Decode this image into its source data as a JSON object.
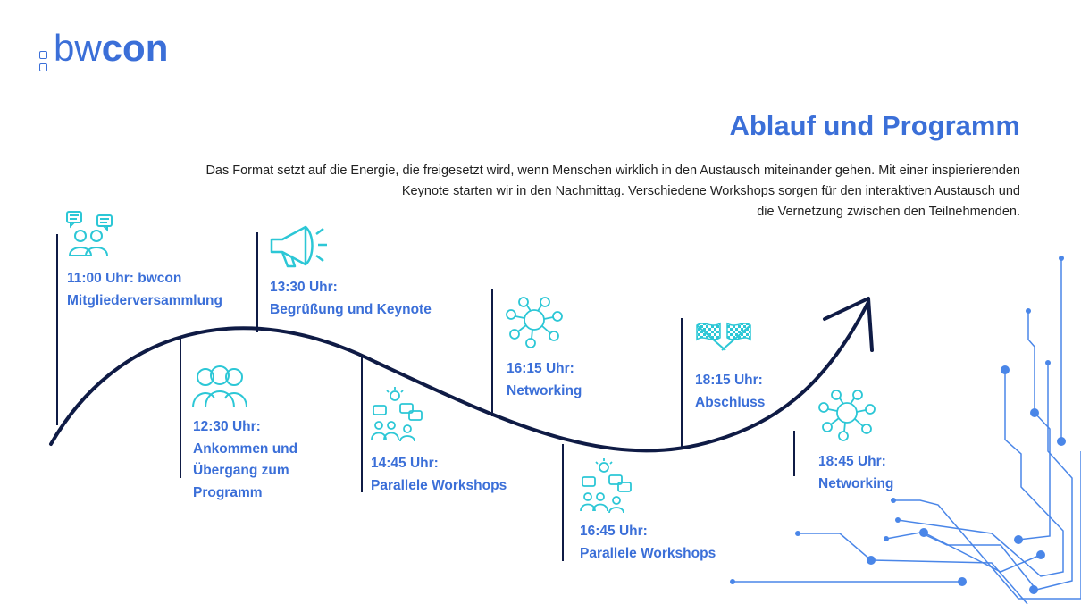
{
  "logo": {
    "part1": "bw",
    "part2": "con"
  },
  "title": "Ablauf und Programm",
  "intro": [
    "Das Format setzt auf die Energie, die freigesetzt wird, wenn Menschen wirklich in den Austausch miteinander gehen. Mit einer inspierierenden",
    "Keynote starten wir in den Nachmittag. Verschiedene Workshops sorgen für den interaktiven Austausch und",
    "die Vernetzung zwischen den Teilnehmenden."
  ],
  "colors": {
    "accent": "#3b6fd8",
    "icon": "#2cc7d6",
    "line": "#0f1b45",
    "circuit": "#4a86e8"
  },
  "steps": [
    {
      "lines": [
        "11:00 Uhr: bwcon",
        "Mitgliederversammlung"
      ],
      "icon": "chat-people-icon"
    },
    {
      "lines": [
        "12:30 Uhr:",
        "Ankommen und",
        "Übergang zum",
        "Programm"
      ],
      "icon": "group-icon"
    },
    {
      "lines": [
        "13:30 Uhr:",
        "Begrüßung und Keynote"
      ],
      "icon": "megaphone-icon"
    },
    {
      "lines": [
        "14:45 Uhr:",
        "Parallele Workshops"
      ],
      "icon": "workshop-icon"
    },
    {
      "lines": [
        "16:15 Uhr:",
        "Networking"
      ],
      "icon": "network-icon"
    },
    {
      "lines": [
        "16:45 Uhr:",
        "Parallele Workshops"
      ],
      "icon": "workshop-icon"
    },
    {
      "lines": [
        "18:15 Uhr:",
        "Abschluss"
      ],
      "icon": "finish-flags-icon"
    },
    {
      "lines": [
        "18:45 Uhr:",
        "Networking"
      ],
      "icon": "network-icon"
    }
  ]
}
